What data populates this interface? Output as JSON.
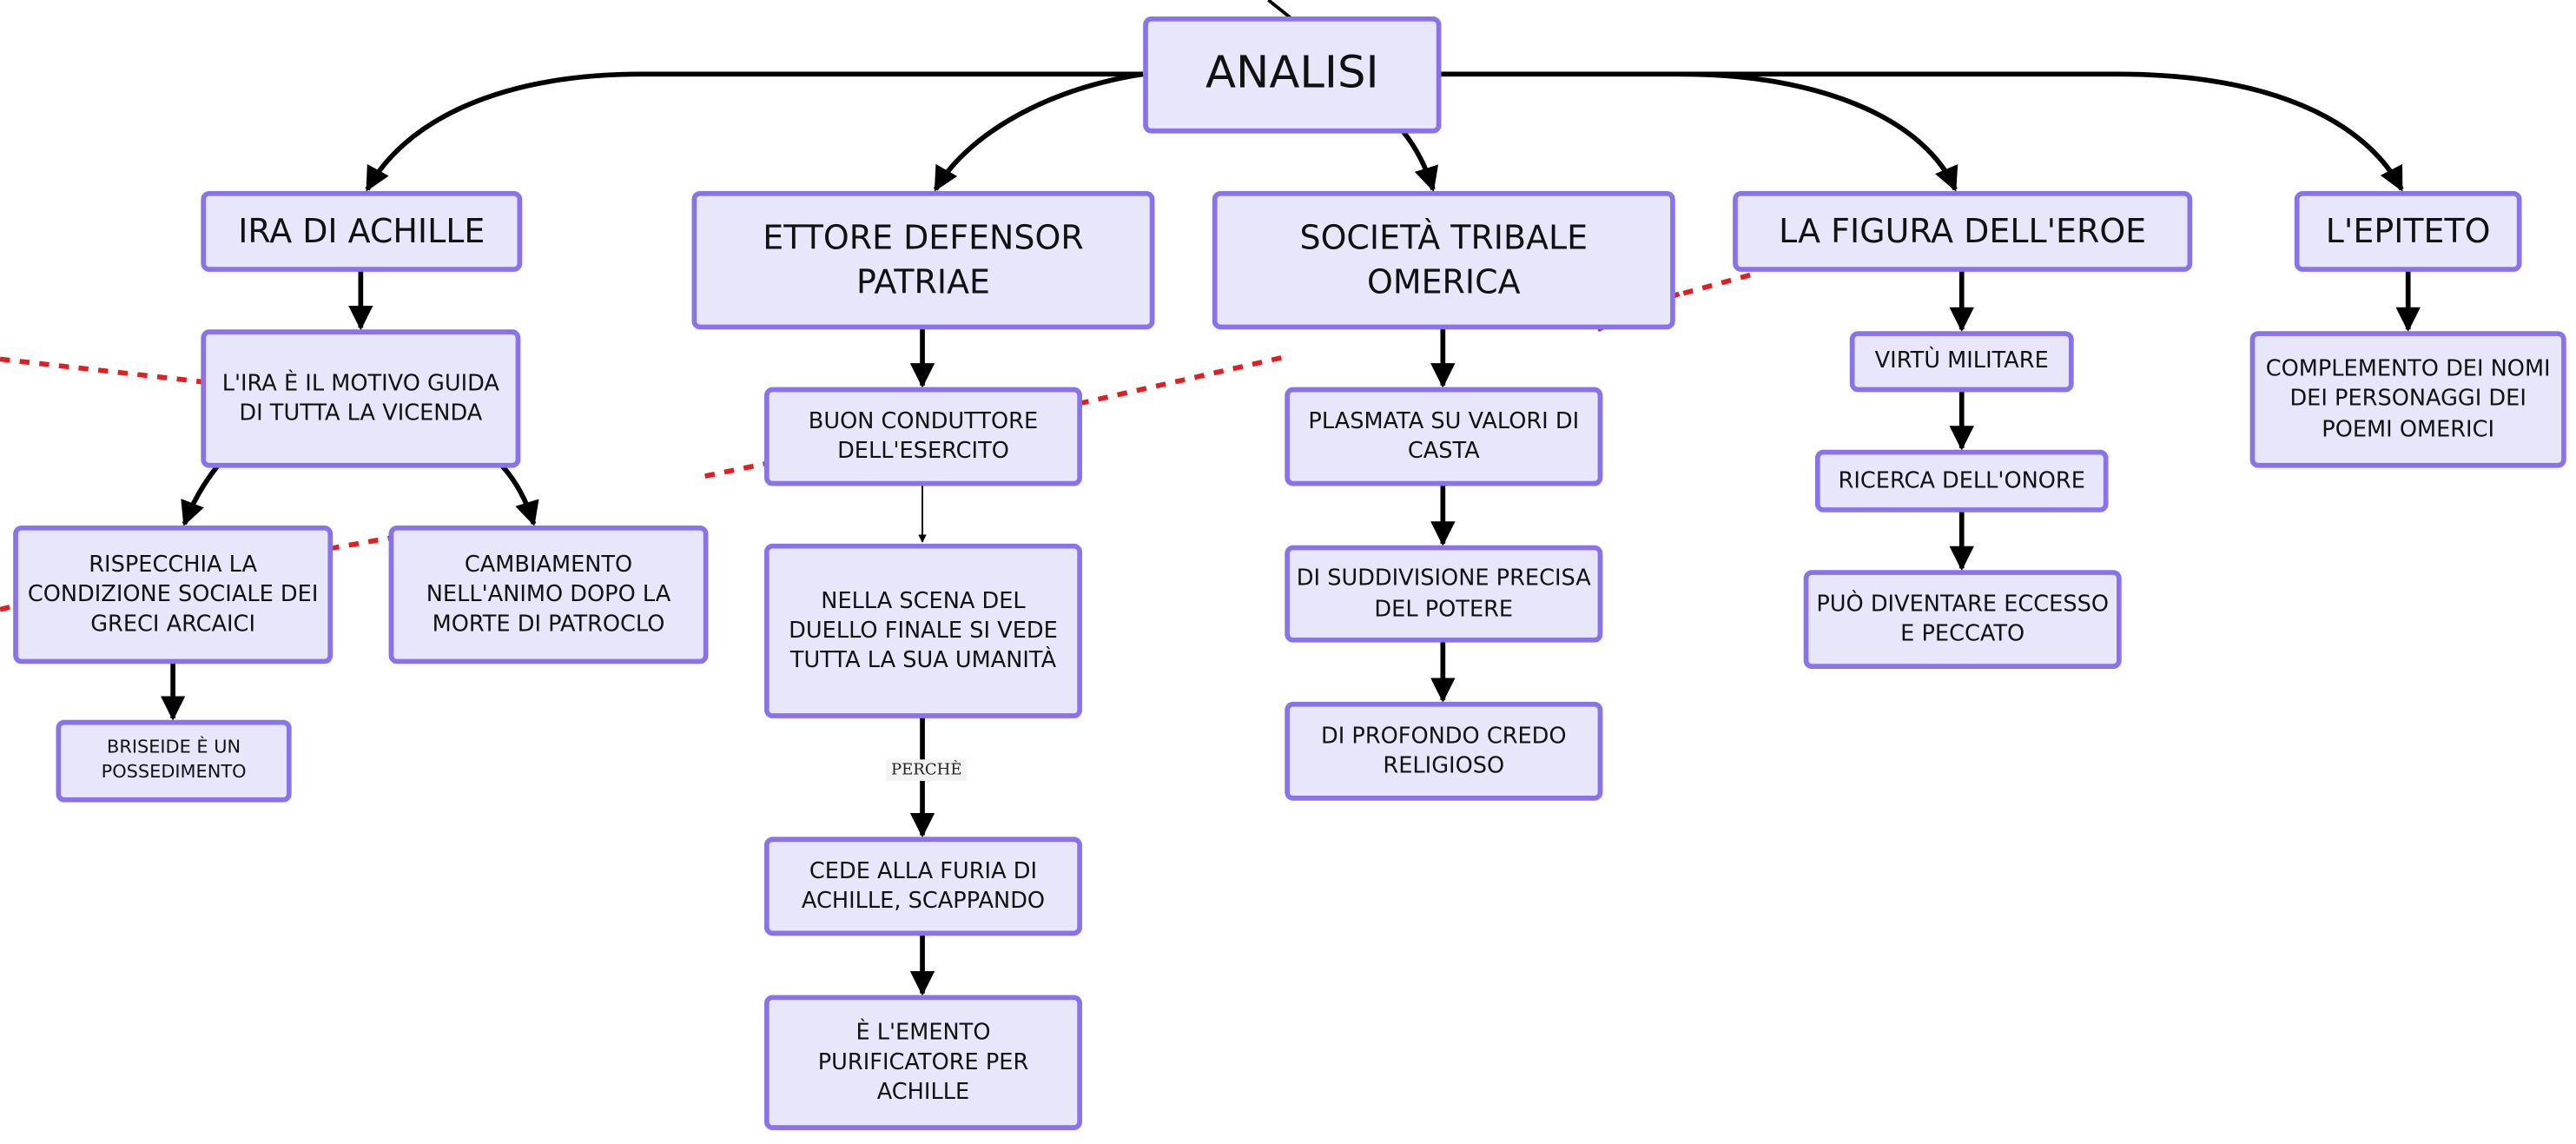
{
  "colors": {
    "node_fill": "#e8e6fb",
    "node_border": "#8a73ea",
    "connector": "#000000",
    "dashed_line": "#e02020"
  },
  "root": {
    "label": "ANALISI"
  },
  "branches": [
    {
      "title": "IRA DI ACHILLE",
      "nodes": [
        "L'IRA È IL MOTIVO GUIDA DI TUTTA LA VICENDA",
        "RISPECCHIA LA CONDIZIONE SOCIALE DEI GRECI ARCAICI",
        "CAMBIAMENTO NELL'ANIMO DOPO LA MORTE DI PATROCLO",
        "BRISEIDE È UN POSSEDIMENTO"
      ]
    },
    {
      "title": "ETTORE DEFENSOR PATRIAE",
      "nodes": [
        "BUON CONDUTTORE DELL'ESERCITO",
        "NELLA SCENA DEL DUELLO FINALE SI VEDE TUTTA LA SUA UMANITÀ",
        "CEDE ALLA FURIA DI ACHILLE, SCAPPANDO",
        "È L'EMENTO PURIFICATORE PER ACHILLE"
      ],
      "link_label": "PERCHÈ"
    },
    {
      "title": "SOCIETÀ TRIBALE OMERICA",
      "nodes": [
        "PLASMATA SU VALORI DI CASTA",
        "DI SUDDIVISIONE PRECISA DEL POTERE",
        "DI PROFONDO CREDO RELIGIOSO"
      ]
    },
    {
      "title": "LA FIGURA DELL'EROE",
      "nodes": [
        "VIRTÙ MILITARE",
        "RICERCA DELL'ONORE",
        "PUÒ DIVENTARE ECCESSO E PECCATO"
      ]
    },
    {
      "title": "L'EPITETO",
      "nodes": [
        "COMPLEMENTO DEI NOMI DEI PERSONAGGI DEI POEMI OMERICI"
      ]
    }
  ]
}
